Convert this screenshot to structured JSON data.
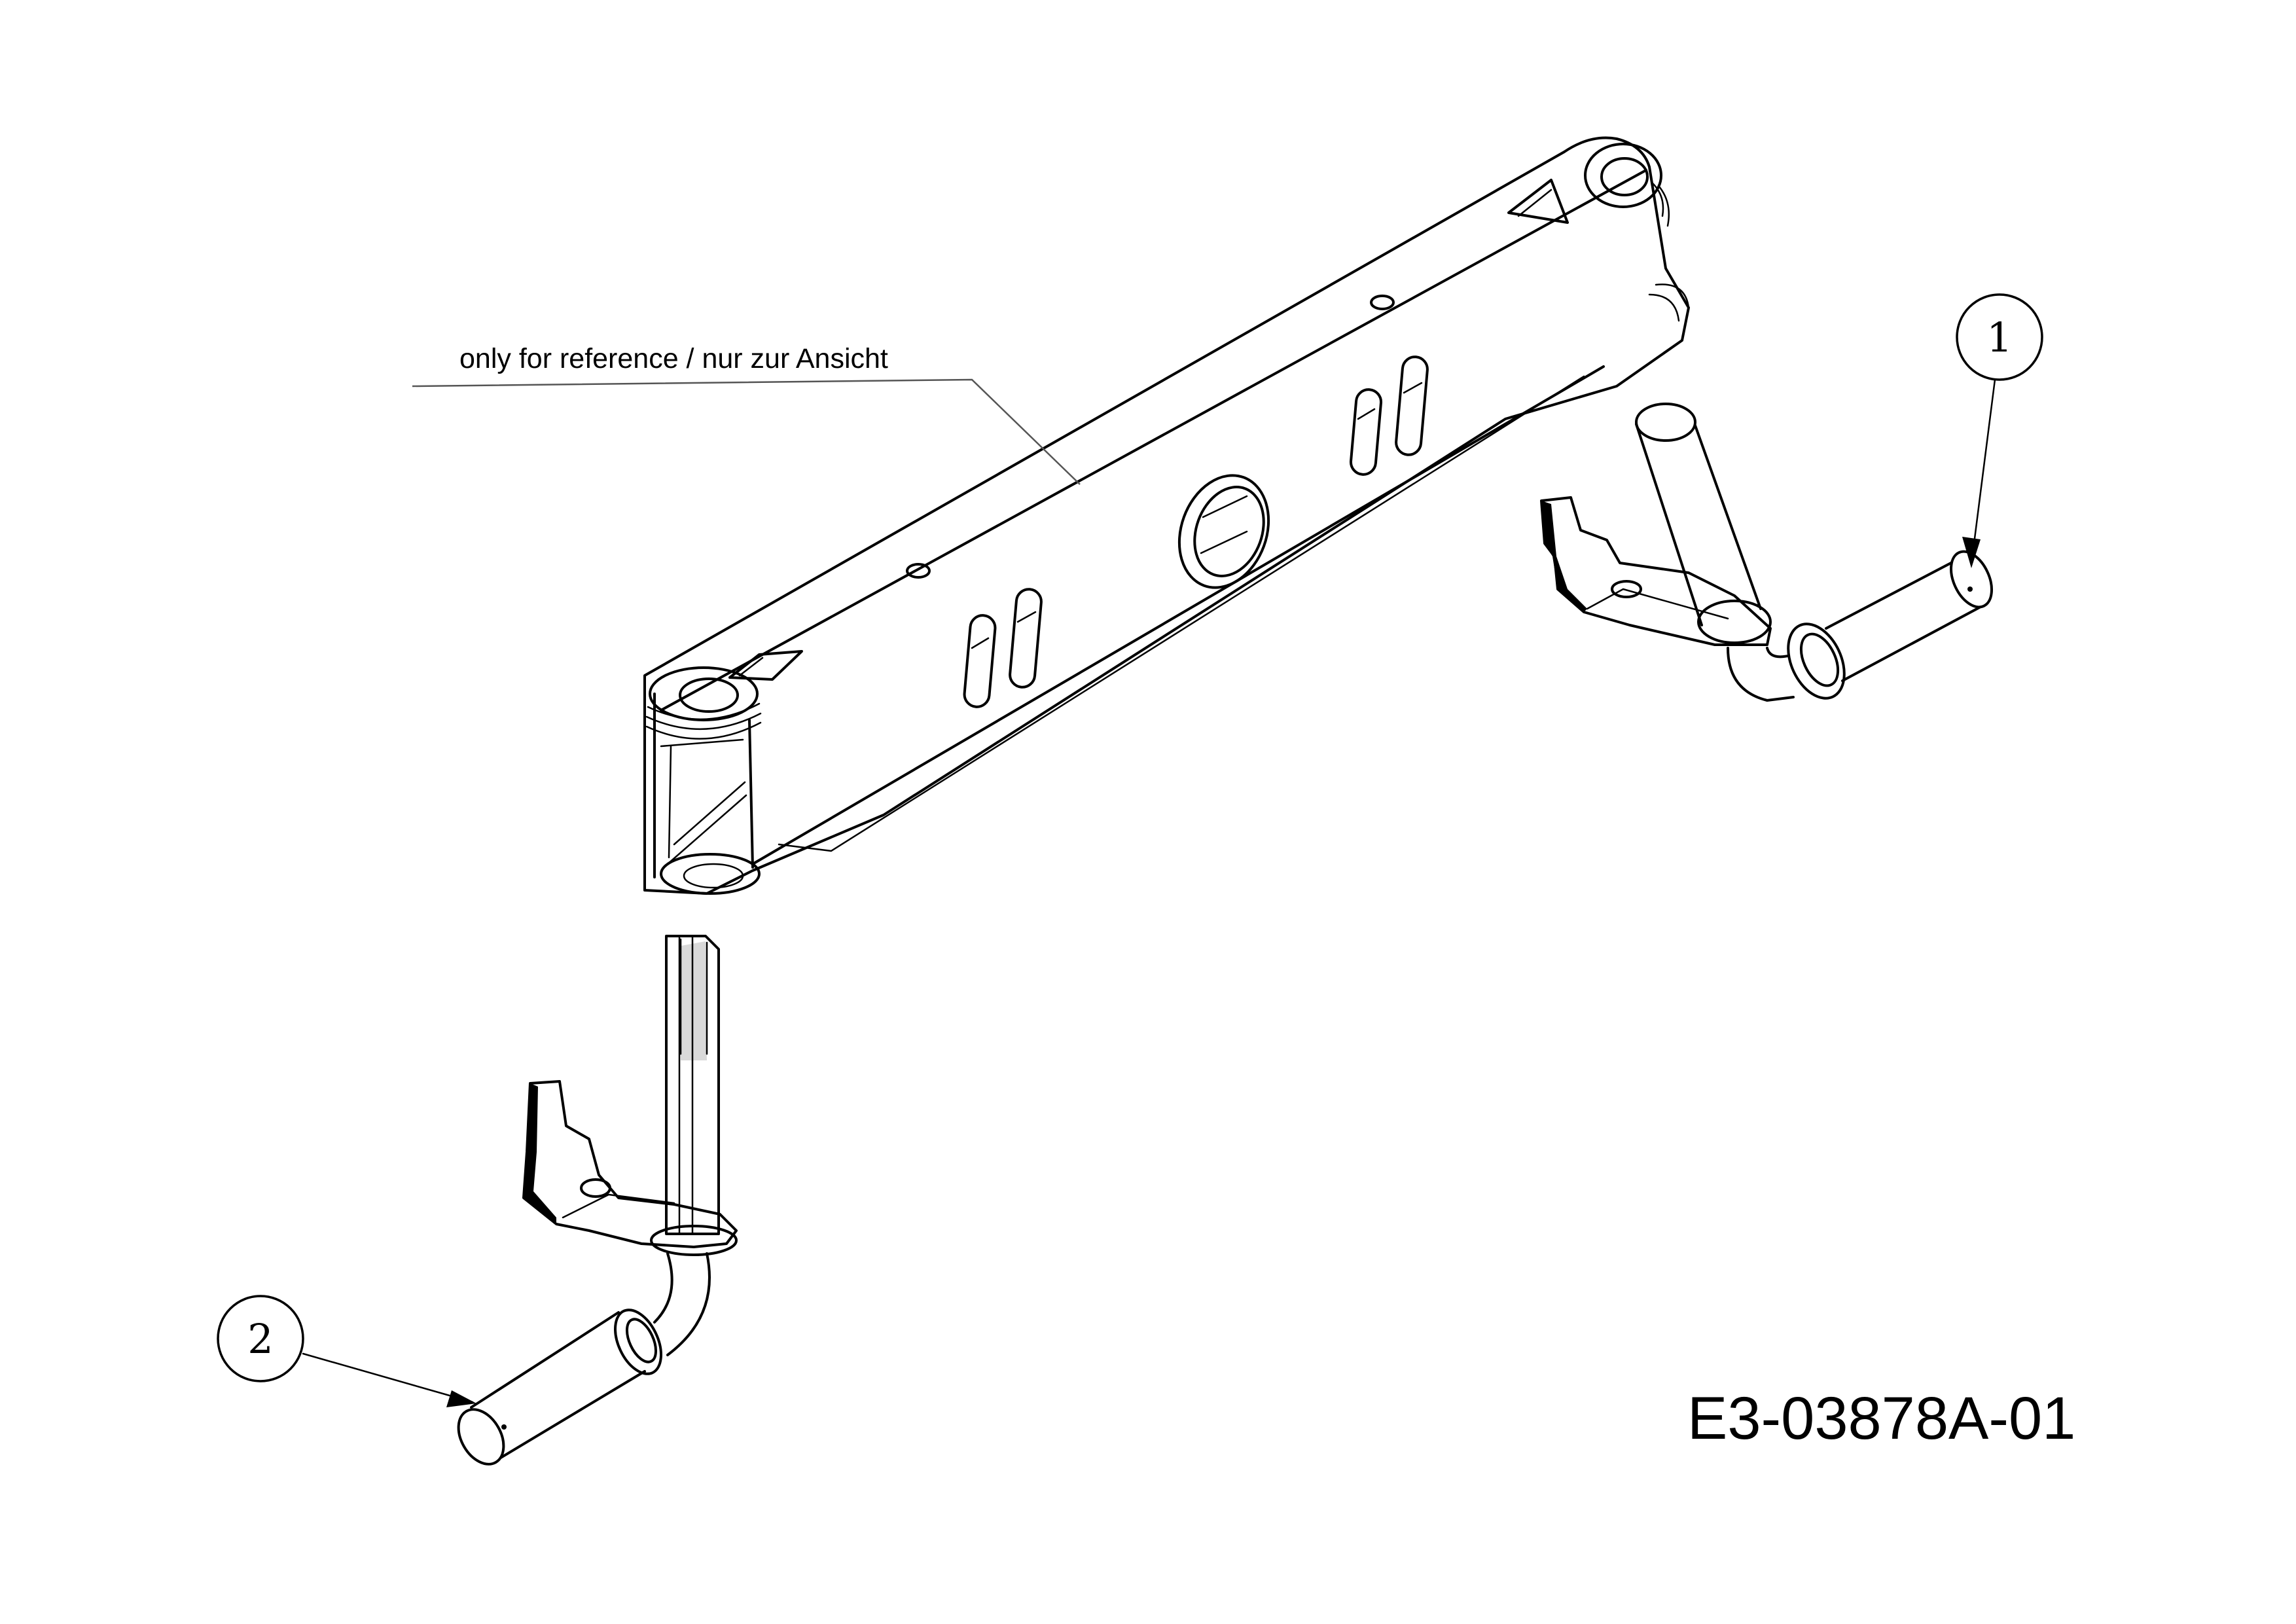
{
  "reference_note": "only for reference / nur zur Ansicht",
  "drawing_code": "E3-03878A-01",
  "callouts": [
    {
      "label": "1"
    },
    {
      "label": "2"
    }
  ],
  "colors": {
    "ink": "#000000",
    "background": "#ffffff"
  }
}
